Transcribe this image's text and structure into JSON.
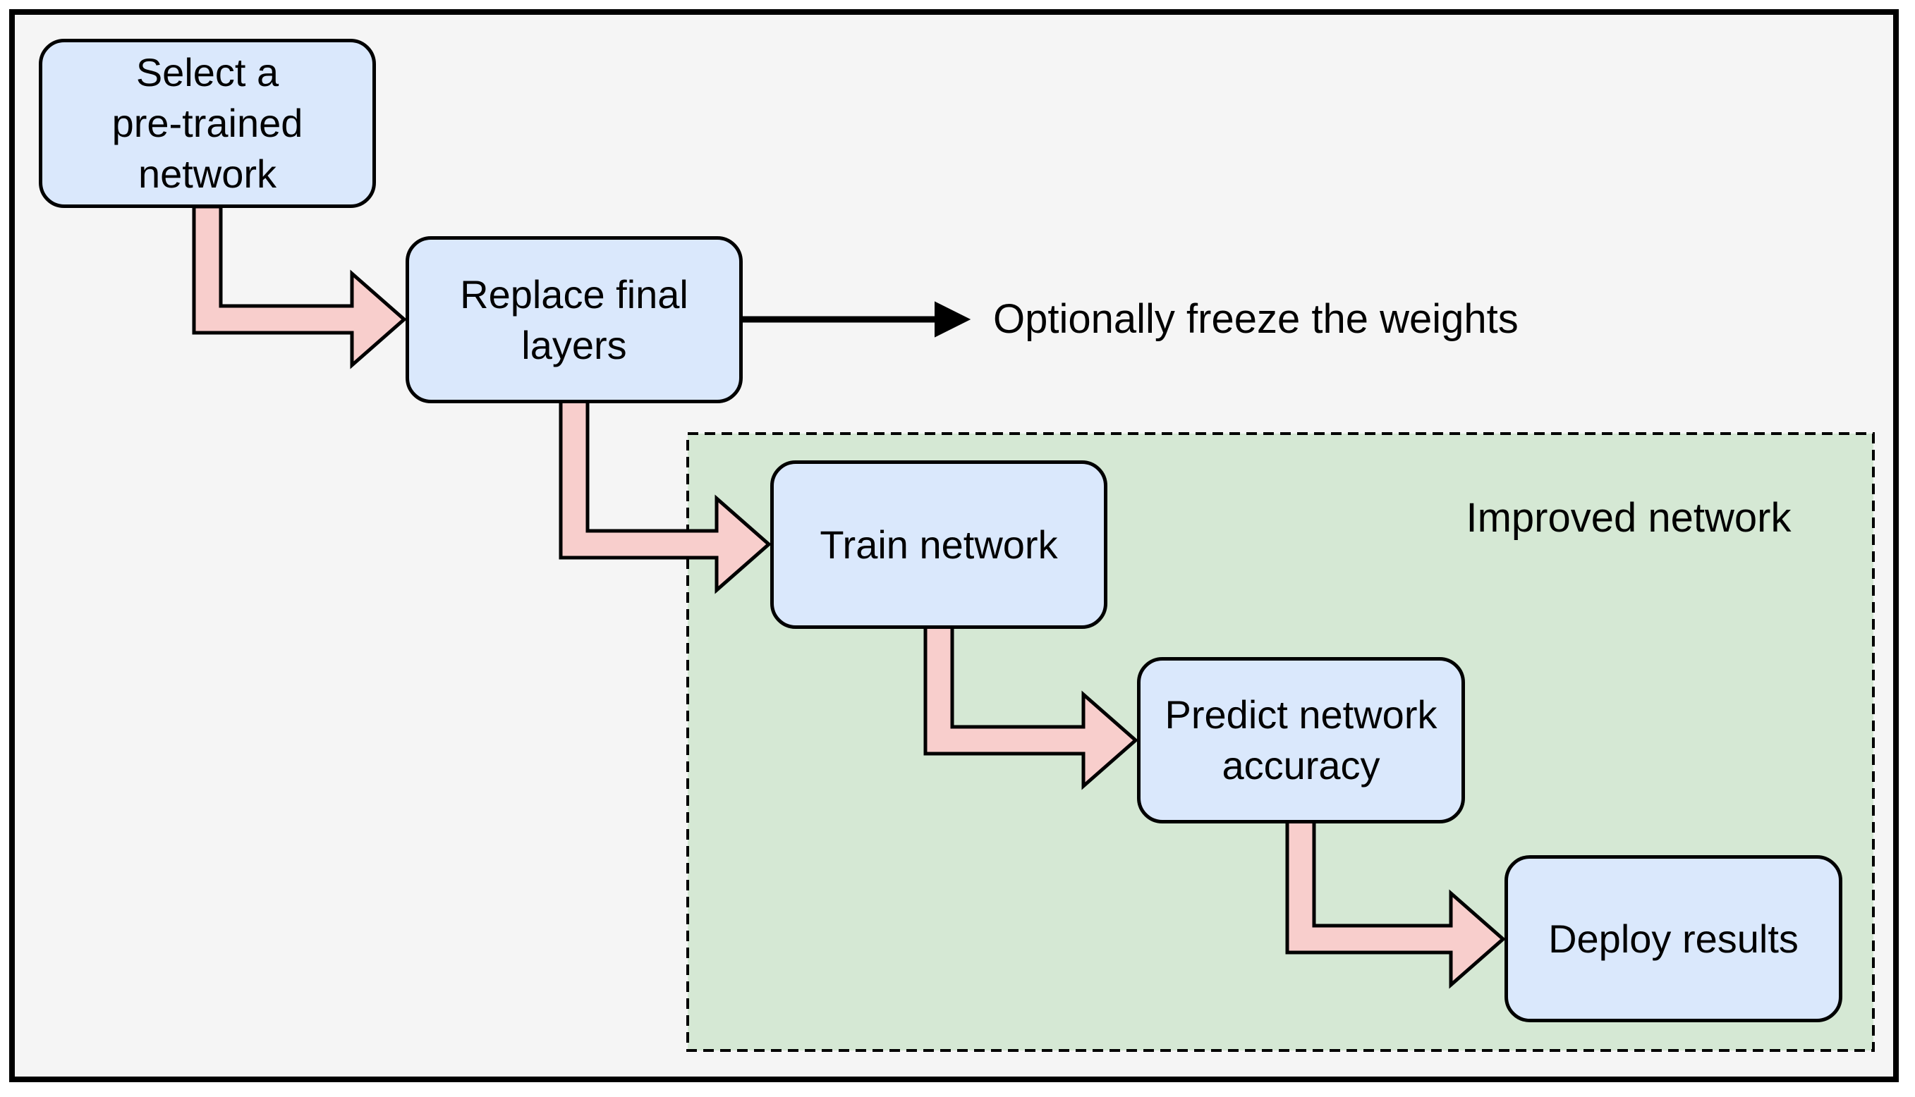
{
  "boxes": {
    "select": {
      "label": "Select a\npre-trained\nnetwork"
    },
    "replace": {
      "label": "Replace final\nlayers"
    },
    "train": {
      "label": "Train network"
    },
    "predict": {
      "label": "Predict network\naccuracy"
    },
    "deploy": {
      "label": "Deploy results"
    }
  },
  "texts": {
    "annotation": "Optionally freeze the weights",
    "region_label": "Improved network"
  },
  "colors": {
    "canvas_background": "#ffffff",
    "frame_background": "#f5f5f5",
    "frame_border": "#000000",
    "box_fill": "#dae8fc",
    "box_border": "#000000",
    "region_fill": "#d5e8d4",
    "region_border": "#000000",
    "arrow_fill": "#f8cecc",
    "arrow_outline": "#000000",
    "annotation_arrow": "#000000",
    "text": "#000000"
  }
}
